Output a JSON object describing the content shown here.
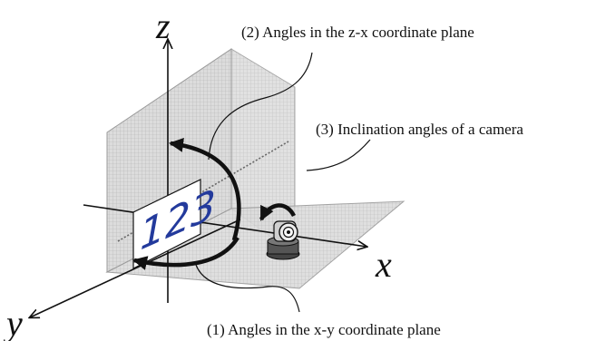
{
  "axes": {
    "x_label": "x",
    "y_label": "y",
    "z_label": "z"
  },
  "annotations": {
    "zx_plane": "(2) Angles in the z-x coordinate plane",
    "camera": "(3) Inclination angles of a camera",
    "xy_plane": "(1) Angles in the x-y coordinate plane"
  },
  "card_text": "123",
  "colors": {
    "plane_fill": "#d4d4d4",
    "plane_grid": "#a8a8a8",
    "axis": "#111111",
    "digits": "#233a9c"
  }
}
